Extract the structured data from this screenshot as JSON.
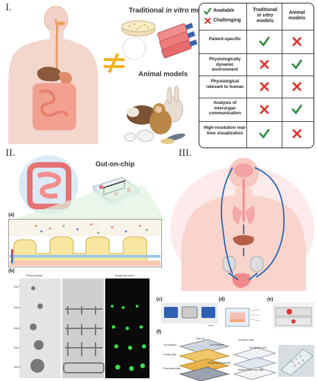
{
  "section_labels": {
    "one": "I.",
    "two": "II.",
    "three": "III."
  },
  "headings": {
    "traditional_pre": "Traditional ",
    "traditional_em": "in vitro",
    "traditional_post": " models",
    "animal": "Animal models",
    "gut_on_chip": "Gut-on-chip"
  },
  "table": {
    "legend_available": "Available",
    "legend_challenging": "Challenging",
    "col_invitro_pre": "Traditional",
    "col_invitro_em": "in vitro",
    "col_invitro_post": "models",
    "col_animal": "Animal models",
    "rows": [
      {
        "label": "Patient-specific",
        "invitro": "check",
        "animal": "cross"
      },
      {
        "label": "Physiologically dynamic environment",
        "invitro": "cross",
        "animal": "check"
      },
      {
        "label": "Physiological relevant to human",
        "invitro": "cross",
        "animal": "cross"
      },
      {
        "label": "Analysis of interorgan communication",
        "invitro": "cross",
        "animal": "check"
      },
      {
        "label": "High-resolution real-time visualization",
        "invitro": "check",
        "animal": "cross"
      }
    ]
  },
  "panel_labels": {
    "a": "(a)",
    "b": "(b)",
    "c": "(c)",
    "d": "(d)",
    "e": "(e)",
    "f": "(f)"
  },
  "panel_b_headers": [
    "Phase contrast",
    "",
    "Merged gel lumen"
  ],
  "panel_b_days": [
    "Day 1",
    "Day 3",
    "Day 5",
    "Day 7",
    "Day 9"
  ],
  "panel_c_scale": "1 cm",
  "panel_f_labels": [
    "Plate lid",
    "Gut scaffold",
    "Gut transwell",
    "Fluidic plate",
    "Pneumatic plate",
    "Pumping membranes",
    "Chamber slide",
    "Microfluidic chip",
    "Bottom holder with clips"
  ],
  "colors": {
    "check": "#2e8b3e",
    "cross": "#e0332f",
    "intestine": "#f08a8a",
    "green_tissue": "#4caf50"
  }
}
